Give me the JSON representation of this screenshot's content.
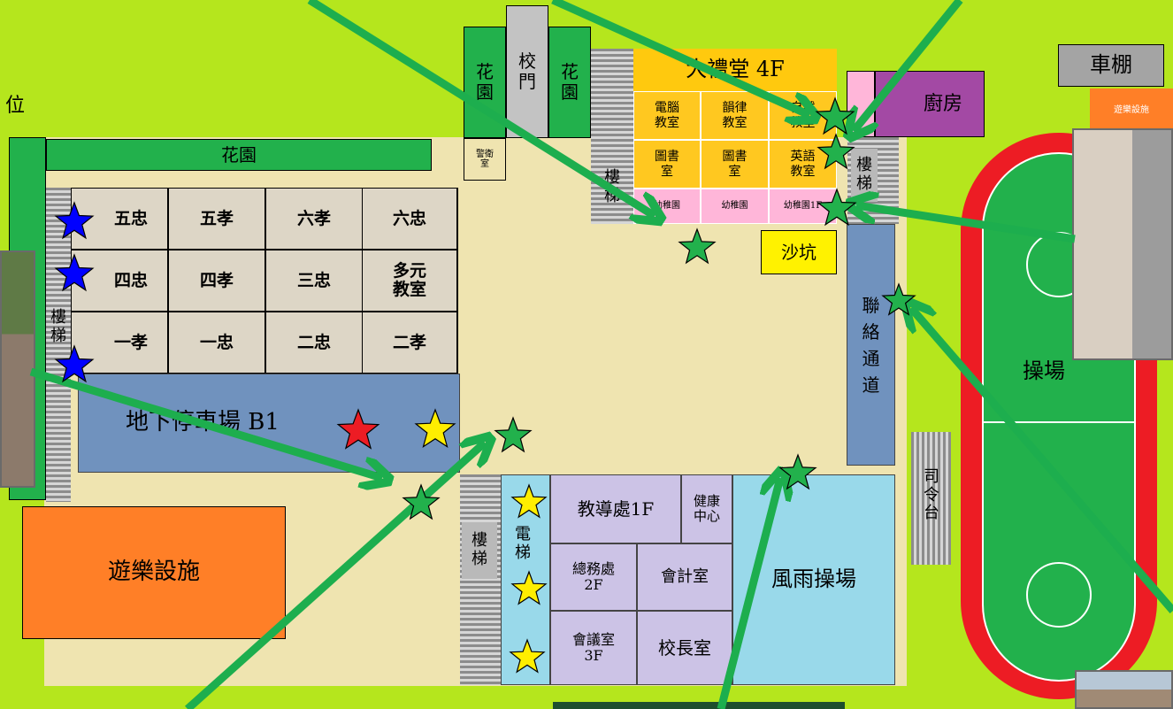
{
  "title_fragment": "位",
  "areas": {
    "garden_top": "花園",
    "garden_left": "花\n園",
    "garden_right": "花\n園",
    "school_gate": "校\n門",
    "guard_room": "警衛\n室",
    "parking": "地下停車場 B1",
    "playground_equipment": "遊樂設施",
    "sandpit": "沙坑",
    "corridor": "聯\n絡\n通\n道",
    "kitchen": "廚房",
    "bike_shed": "車棚",
    "bike_shed_sub": "遊樂設施",
    "field": "操場",
    "podium": "司\n令\n台",
    "rain_field": "風雨操場",
    "stairs": "樓\n梯",
    "elevator": "電\n梯"
  },
  "classrooms": [
    [
      "五忠",
      "五孝",
      "六孝",
      "六忠"
    ],
    [
      "四忠",
      "四孝",
      "三忠",
      "多元\n教室"
    ],
    [
      "一孝",
      "一忠",
      "二忠",
      "二孝"
    ]
  ],
  "north_building": {
    "header": "大禮堂 4F",
    "row1": [
      "電腦\n教室",
      "韻律\n教室",
      "自然\n教室"
    ],
    "row2": [
      "圖書\n室",
      "圖書\n室",
      "英語\n教室"
    ],
    "row3": [
      "幼稚園",
      "幼稚園",
      "幼稚園1F"
    ]
  },
  "admin": {
    "guidance": "教導處1F",
    "health": "健康\n中心",
    "general_affairs": "總務處\n2F",
    "accounting": "會計室",
    "meeting": "會議室\n3F",
    "principal": "校長室"
  },
  "colors": {
    "lawn": "#b5e61d",
    "campus_floor": "#efe4b0",
    "garden_green": "#22b14c",
    "arrow_green": "#1dae4e",
    "track_red": "#ed1c24",
    "building_blue": "#7092be",
    "orange": "#ff7f27",
    "gold": "#ffc90e",
    "purple": "#a349a4",
    "light_blue": "#99d9ea",
    "star_blue": "#0000ff",
    "star_red": "#ed1c24",
    "star_yellow": "#ffee00",
    "star_green": "#22b14c"
  }
}
